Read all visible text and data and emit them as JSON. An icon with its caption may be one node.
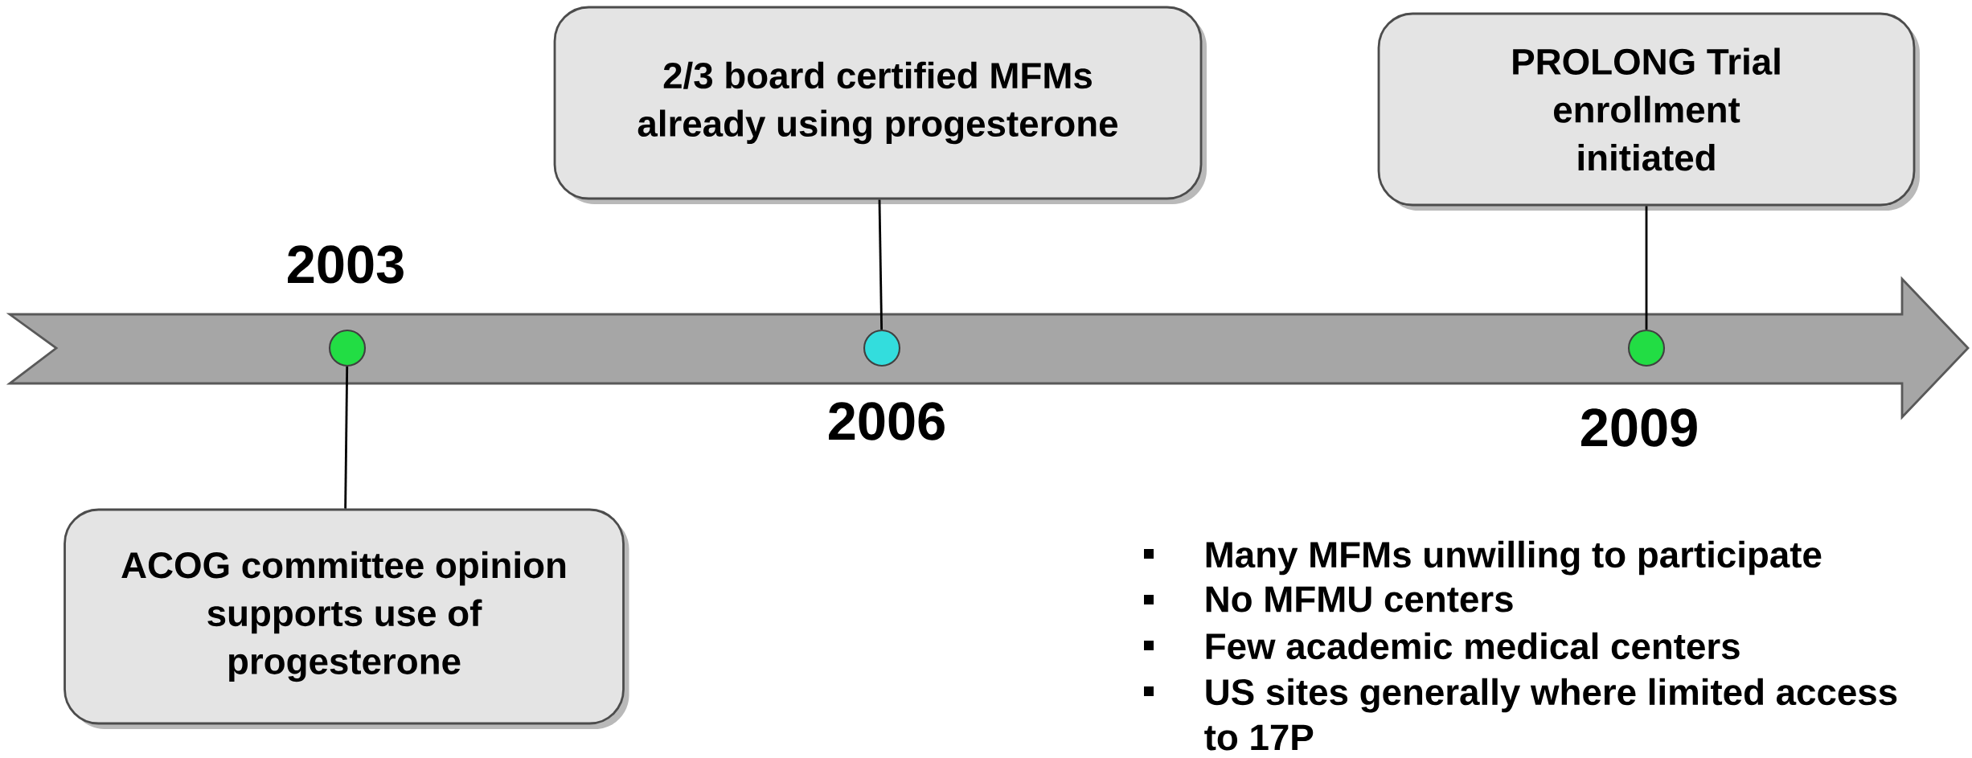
{
  "diagram": {
    "nodes": [
      {
        "text": [
          "2/3 board certified MFMs already using progesterone"
        ]
      },
      {
        "text": [
          "PROLONG Trial enrollment initiated"
        ]
      },
      {
        "text": [],
        "shape": "circle",
        "beside": [
          "2003"
        ]
      },
      {
        "text": [],
        "shape": "circle",
        "beside": [
          "2006"
        ]
      },
      {
        "text": [],
        "shape": "circle",
        "beside": [
          "2009"
        ]
      },
      {
        "text": [
          "ACOG committee opinion supports use of progesterone"
        ]
      }
    ],
    "edges": [
      {
        "from": 2,
        "to": 5,
        "arrow": "none"
      },
      {
        "from": 3,
        "to": 0,
        "arrow": "none"
      },
      {
        "from": 4,
        "to": 1,
        "arrow": "none"
      }
    ],
    "labels": [
      "Many MFMs unwilling to participate",
      "No MFMU centers",
      "Few academic medical centers",
      "US sites generally where limited access to 17P"
    ]
  }
}
